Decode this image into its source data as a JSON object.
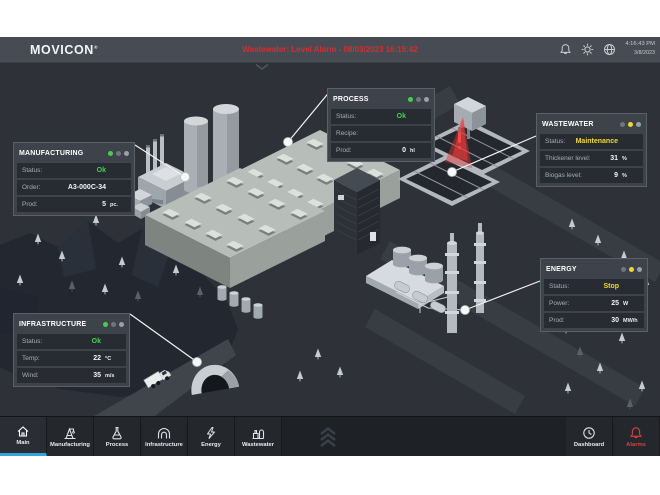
{
  "topbar": {
    "logo": "MOVICON",
    "logo_mark": "®",
    "alarm_ticker": "Wastewater: Level Alarm - 08/03/2023 16:15:42",
    "clock_time": "4:16:43 PM",
    "clock_date": "3/8/2023"
  },
  "panels": {
    "manufacturing": {
      "title": "MANUFACTURING",
      "dots": [
        "#3fd24e",
        "#70767e",
        "#9aa1a8"
      ],
      "rows": [
        {
          "label": "Status:",
          "value": "Ok",
          "value_color": "#3fd24e",
          "unit": ""
        },
        {
          "label": "Order:",
          "value": "A3-000C-34",
          "value_color": "#f2f4f6",
          "unit": ""
        },
        {
          "label": "Prod:",
          "value": "5",
          "value_color": "#f2f4f6",
          "unit": "pc."
        }
      ]
    },
    "process": {
      "title": "PROCESS",
      "dots": [
        "#3fd24e",
        "#70767e",
        "#9aa1a8"
      ],
      "rows": [
        {
          "label": "Status:",
          "value": "Ok",
          "value_color": "#3fd24e",
          "unit": ""
        },
        {
          "label": "Recipe:",
          "value": "",
          "value_color": "#f2f4f6",
          "unit": ""
        },
        {
          "label": "Prod:",
          "value": "0",
          "value_color": "#f2f4f6",
          "unit": "hl"
        }
      ]
    },
    "wastewater": {
      "title": "WASTEWATER",
      "dots": [
        "#70767e",
        "#eed92e",
        "#9aa1a8"
      ],
      "rows": [
        {
          "label": "Status:",
          "value": "Maintenance",
          "value_color": "#eed92e",
          "unit": ""
        },
        {
          "label": "Thickener level:",
          "value": "31",
          "value_color": "#f2f4f6",
          "unit": "%"
        },
        {
          "label": "Biogas level:",
          "value": "9",
          "value_color": "#f2f4f6",
          "unit": "%"
        }
      ]
    },
    "infrastructure": {
      "title": "INFRASTRUCTURE",
      "dots": [
        "#3fd24e",
        "#70767e",
        "#9aa1a8"
      ],
      "rows": [
        {
          "label": "Status:",
          "value": "Ok",
          "value_color": "#3fd24e",
          "unit": ""
        },
        {
          "label": "Temp:",
          "value": "22",
          "value_color": "#f2f4f6",
          "unit": "°C"
        },
        {
          "label": "Wind:",
          "value": "35",
          "value_color": "#f2f4f6",
          "unit": "m/s"
        }
      ]
    },
    "energy": {
      "title": "ENERGY",
      "dots": [
        "#70767e",
        "#eed92e",
        "#9aa1a8"
      ],
      "rows": [
        {
          "label": "Status:",
          "value": "Stop",
          "value_color": "#eed92e",
          "unit": ""
        },
        {
          "label": "Power:",
          "value": "25",
          "value_color": "#f2f4f6",
          "unit": "W"
        },
        {
          "label": "Prod:",
          "value": "30",
          "value_color": "#f2f4f6",
          "unit": "MW/h"
        }
      ]
    }
  },
  "nav": {
    "tabs": [
      {
        "label": "Main"
      },
      {
        "label": "Manufacturing"
      },
      {
        "label": "Process"
      },
      {
        "label": "Infrastructure"
      },
      {
        "label": "Energy"
      },
      {
        "label": "Wastewater"
      }
    ],
    "dashboard": {
      "label": "Dashboard"
    },
    "alarms": {
      "label": "Alarms"
    }
  },
  "colors": {
    "accent_blue": "#33a3da",
    "alarm_red": "#d12f2f",
    "status_green": "#3fd24e",
    "status_yellow": "#eed92e",
    "panel_bg": "#3e434b",
    "row_bg": "#282c32",
    "scene_bg": "#2e3138",
    "topbar_bg": "#474c54",
    "nav_bg": "#1e2126"
  }
}
